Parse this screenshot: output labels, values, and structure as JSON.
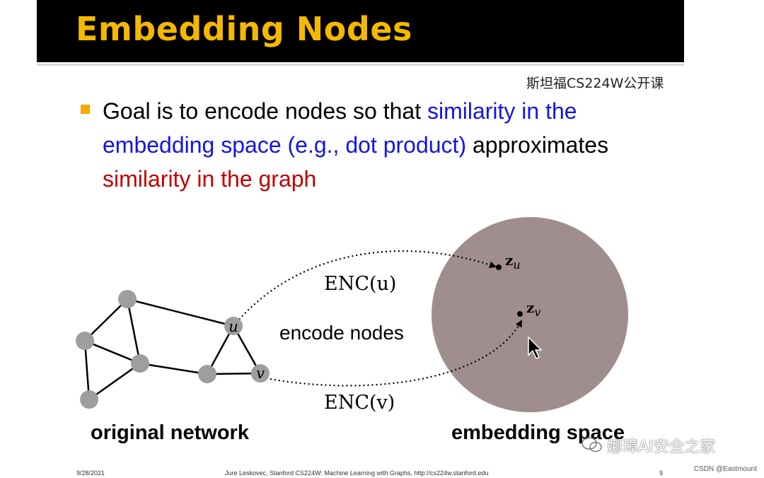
{
  "slide": {
    "title": "Embedding Nodes",
    "watermark_top": "斯坦福CS224W公开课",
    "goal": {
      "part1": "Goal is to encode nodes so that ",
      "part2_blue": "similarity in the embedding space (e.g., dot product)",
      "part3": " approximates ",
      "part4_red": "similarity in the graph"
    },
    "diagram": {
      "node_u": "u",
      "node_v": "v",
      "enc_u": "ENC(u)",
      "enc_v": "ENC(v)",
      "center_label": "encode nodes",
      "z_u": "z",
      "z_u_sub": "u",
      "z_v": "z",
      "z_v_sub": "v",
      "left_caption": "original network",
      "right_caption": "embedding space",
      "colors": {
        "node_fill": "#9e9e9e",
        "embedding_circle": "#a08e8e",
        "edge": "#000000"
      }
    },
    "footer": {
      "date": "9/28/2021",
      "credit": "Jure Leskovec, Stanford CS224W: Machine Learning with Graphs, http://cs224w.stanford.edu",
      "page": "9"
    },
    "watermark_brand": "娜璋AI安全之家",
    "watermark_csdn": "CSDN @Eastmount"
  },
  "colors": {
    "title_bar": "#000000",
    "title_text": "#f5b800",
    "bullet": "#f5a800",
    "blue_text": "#1414e6",
    "red_text": "#c00000"
  }
}
